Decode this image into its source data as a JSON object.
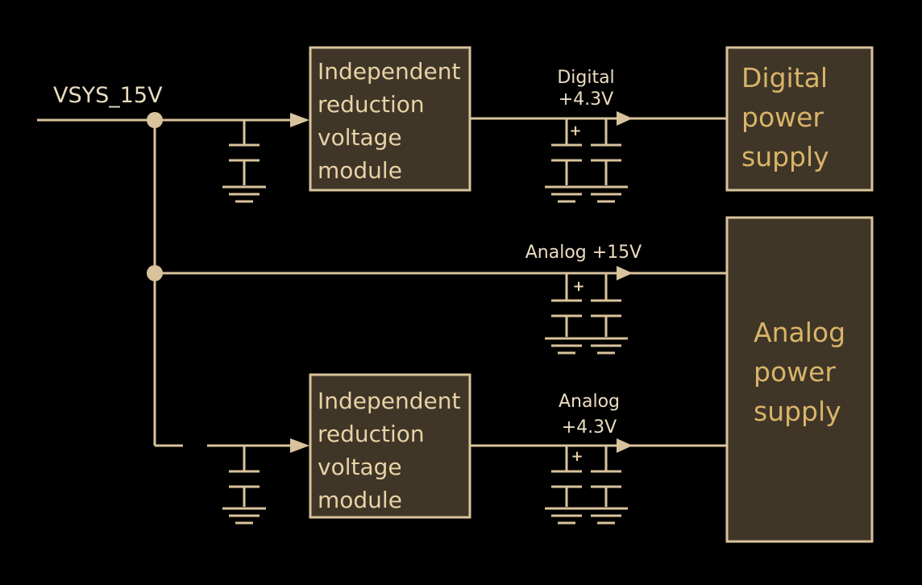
{
  "input": {
    "label": "VSYS_15V"
  },
  "blocks": {
    "top_regulator": [
      "Independent",
      "reduction",
      "voltage",
      "module"
    ],
    "bottom_regulator": [
      "Independent",
      "reduction",
      "voltage",
      "module"
    ],
    "digital_supply": [
      "Digital",
      "power",
      "supply"
    ],
    "analog_supply": [
      "Analog",
      "power",
      "supply"
    ]
  },
  "rails": {
    "digital": [
      "Digital",
      "+4.3V"
    ],
    "analog15": "Analog +15V",
    "analog43": [
      "Analog",
      "+4.3V"
    ]
  },
  "polarity": "+",
  "colors": {
    "wire": "#d9c39c",
    "box_fill": "#3f3628",
    "box_text": "#e8d2a6",
    "accent_text": "#d9b468",
    "background": "#000000"
  }
}
